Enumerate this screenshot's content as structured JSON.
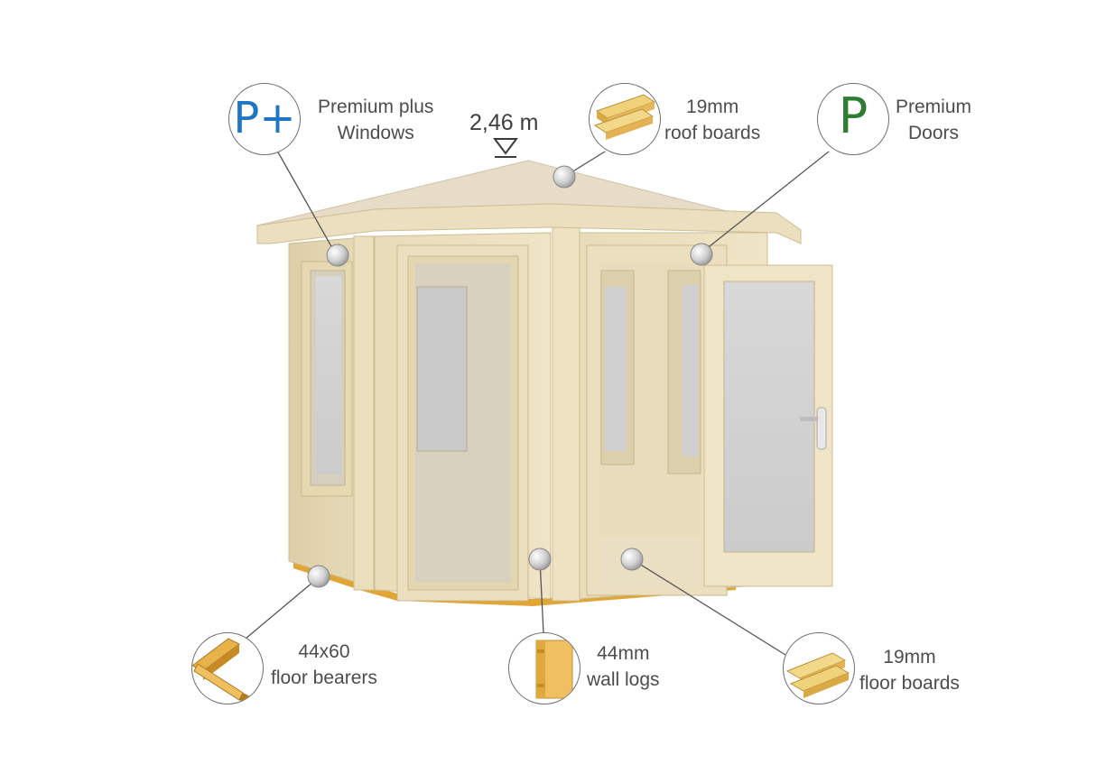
{
  "height": {
    "value": "2,46 m"
  },
  "badges": {
    "windows": {
      "symbol": "P+",
      "line1": "Premium plus",
      "line2": "Windows",
      "color": "#1f77c3"
    },
    "roof": {
      "line1": "19mm",
      "line2": "roof boards"
    },
    "doors": {
      "symbol": "P",
      "line1": "Premium",
      "line2": "Doors",
      "color": "#2e7d32"
    },
    "bearers": {
      "line1": "44x60",
      "line2": "floor bearers"
    },
    "walls": {
      "line1": "44mm",
      "line2": "wall logs"
    },
    "floor": {
      "line1": "19mm",
      "line2": "floor boards"
    }
  },
  "icons": {
    "windows": "premium-plus-icon",
    "roof": "roof-board-icon",
    "doors": "premium-icon",
    "bearers": "floor-bearer-icon",
    "walls": "wall-log-icon",
    "floor": "floor-board-icon"
  }
}
